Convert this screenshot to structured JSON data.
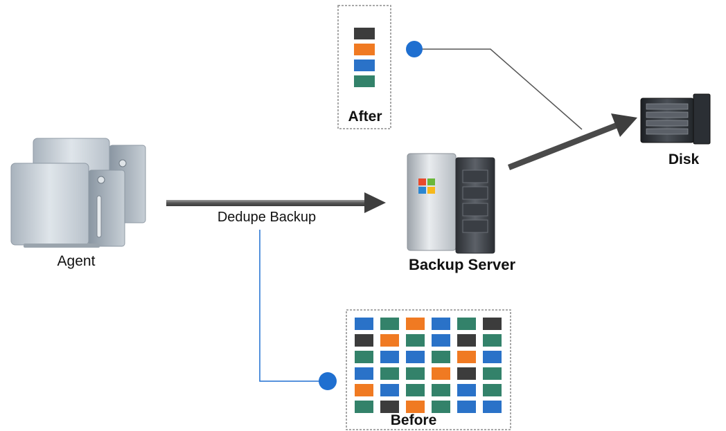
{
  "labels": {
    "agent": "Agent",
    "dedupe": "Dedupe Backup",
    "backup_server": "Backup Server",
    "disk": "Disk",
    "after": "After",
    "before": "Before"
  },
  "colors": {
    "dark": "#3c3c3c",
    "orange": "#f07a22",
    "blue": "#2a72c8",
    "green": "#33826a",
    "connector_blue": "#1f6fd0",
    "arrow": "#444444"
  },
  "after_blocks": [
    "dark",
    "orange",
    "blue",
    "green"
  ],
  "before_grid": [
    [
      "blue",
      "green",
      "orange",
      "blue",
      "green",
      "dark"
    ],
    [
      "dark",
      "orange",
      "green",
      "blue",
      "dark",
      "green"
    ],
    [
      "green",
      "blue",
      "blue",
      "green",
      "orange",
      "blue"
    ],
    [
      "blue",
      "green",
      "green",
      "orange",
      "dark",
      "green"
    ],
    [
      "orange",
      "blue",
      "green",
      "green",
      "blue",
      "green"
    ],
    [
      "green",
      "dark",
      "orange",
      "green",
      "blue",
      "blue"
    ]
  ]
}
